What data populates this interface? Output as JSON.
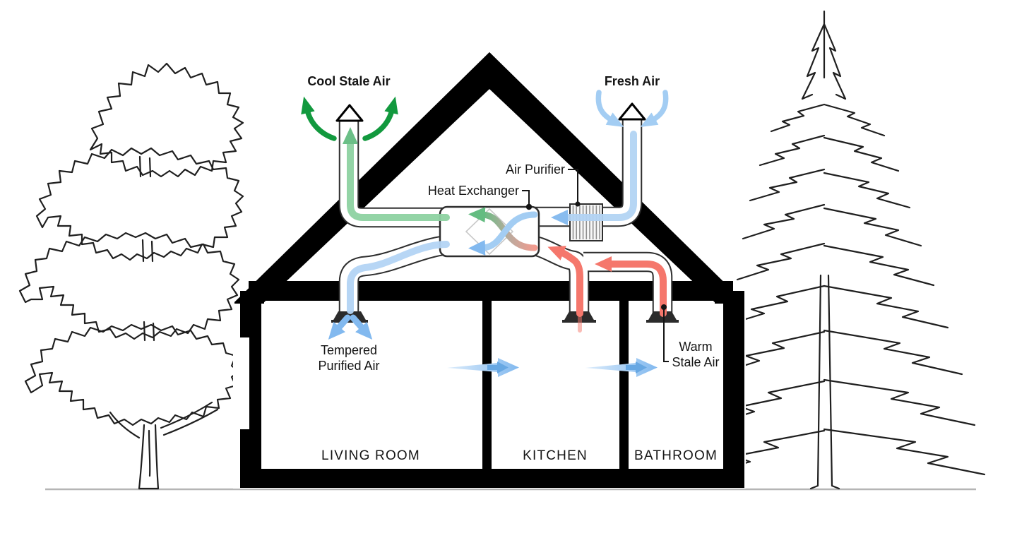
{
  "labels": {
    "cool_stale_air": "Cool Stale Air",
    "fresh_air": "Fresh Air",
    "heat_exchanger": "Heat Exchanger",
    "air_purifier": "Air Purifier",
    "tempered_line1": "Tempered",
    "tempered_line2": "Purified Air",
    "warm_line1": "Warm",
    "warm_line2": "Stale Air"
  },
  "rooms": [
    "LIVING ROOM",
    "KITCHEN",
    "BATHROOM"
  ],
  "colors": {
    "structure": "#000000",
    "duct_outline": "#2e2e2e",
    "text": "#141414",
    "ground": "#b5b5b5",
    "tree": "#1f1f1f",
    "exhaust_green": "#12993e",
    "exhaust_green_flow": "#8ed2a2",
    "exhaust_green_head": "#64bc81",
    "fresh_blue": "#a3cdf3",
    "fresh_blue_flow": "#b3d4f4",
    "fresh_blue_head": "#82b9ef",
    "transfer_blue_light": "#dcecfb",
    "transfer_blue_dark": "#68a8e3",
    "warm_red": "#f5776c",
    "hx_red": "#f29a8e",
    "hx_neutral": "#b9ab9e",
    "diamond": "#c9c9c9",
    "purifier_stripe": "#8f8f8f",
    "diffuser": "#2b2b2b"
  }
}
